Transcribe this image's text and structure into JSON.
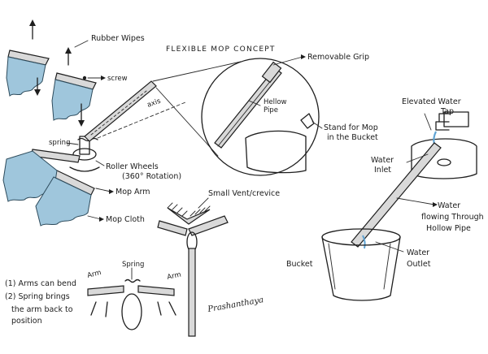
{
  "labels": {
    "rubber_wipes": "Rubber Wipes",
    "screw": "screw",
    "spring": "spring",
    "roller_wheels_1": "Roller Wheels",
    "roller_wheels_2": "(360° Rotation)",
    "mop_arm": "Mop Arm",
    "mop_cloth": "Mop Cloth",
    "axis": "axis",
    "concept_title": "FLEXIBLE MOP CONCEPT",
    "removable_grip": "Removable Grip",
    "hollow_pipe_1": "Hellow",
    "hollow_pipe_2": "Pipe",
    "stand_1": "Stand for Mop",
    "stand_2": "in the Bucket",
    "small_vent": "Small Vent/crevice",
    "elevated_tap_1": "Elevated Water",
    "elevated_tap_2": "Tap",
    "water_inlet_1": "Water",
    "water_inlet_2": "Inlet",
    "water_flowing_1": "Water",
    "water_flowing_2": "flowing Through",
    "water_flowing_3": "Hollow Pipe",
    "bucket": "Bucket",
    "water_outlet_1": "Water",
    "water_outlet_2": "Outlet",
    "note_1": "(1) Arms can bend",
    "note_2": "(2) Spring brings",
    "note_3": "the arm back to",
    "note_4": "position",
    "bend_spring": "Spring",
    "bend_arm_left": "Arm",
    "bend_arm_right": "Arm",
    "signature": "Prashanthaya"
  }
}
